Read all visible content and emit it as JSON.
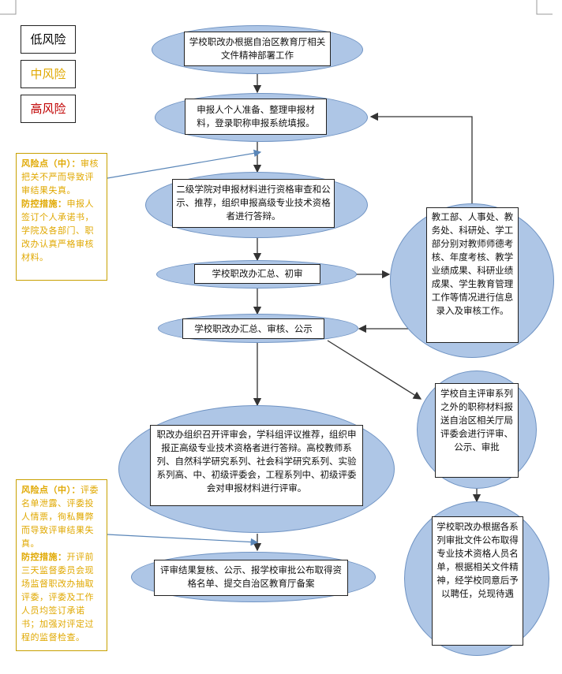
{
  "colors": {
    "low": "#000000",
    "medium": "#e0a800",
    "high": "#c00000",
    "node_fill": "#aec6e6",
    "node_border": "#6f93c3",
    "arrow": "#333333",
    "link": "#5a86b8"
  },
  "legend": {
    "low": "低风险",
    "medium": "中风险",
    "high": "高风险"
  },
  "nodes": {
    "n1": "学校职改办根据自治区教育厅相关文件精神部署工作",
    "n2": "申报人个人准备、整理申报材料，登录职称申报系统填报。",
    "n3": "二级学院对申报材料进行资格审查和公示、推荐，组织申报高级专业技术资格者进行答辩。",
    "n4": "学校职改办汇总、初审",
    "n5": "学校职改办汇总、审核、公示",
    "n6": "职改办组织召开评审会，学科组评议推荐，组织申报正高级专业技术资格者进行答辩。高校教师系列、自然科学研究系列、社会科学研究系列、实验系列高、中、初级评委会，工程系列中、初级评委会对申报材料进行评审。",
    "n7": "评审结果复核、公示、报学校审批公布取得资格名单、提交自治区教育厅备案",
    "side1": "教工部、人事处、教务处、科研处、学工部分别对教师师德考核、年度考核、教学业绩成果、科研业绩成果、学生教育管理工作等情况进行信息录入及审核工作。",
    "side2": "学校自主评审系列之外的职称材料报送自治区相关厅局评委会进行评审、公示、审批",
    "side3": "学校职改办根据各系列审批文件公布取得专业技术资格人员名单，根据相关文件精神，经学校同意后予以聘任，兑现待遇"
  },
  "risks": {
    "r1": {
      "label": "风险点（中）：",
      "text": "审核把关不严而导致评审结果失真。",
      "measure_label": "防控措施：",
      "measure": "申报人签订个人承诺书，学院及各部门、职改办认真严格审核材料。"
    },
    "r2": {
      "label": "风险点（中）：",
      "text": "评委名单泄露、评委投人情票，徇私舞弊而导致评审结果失真。",
      "measure_label": "防控措施：",
      "measure": "开评前三天监督委员会现场监督职改办抽取评委，评委及工作人员均签订承诺书；加强对评定过程的监督检查。"
    }
  }
}
